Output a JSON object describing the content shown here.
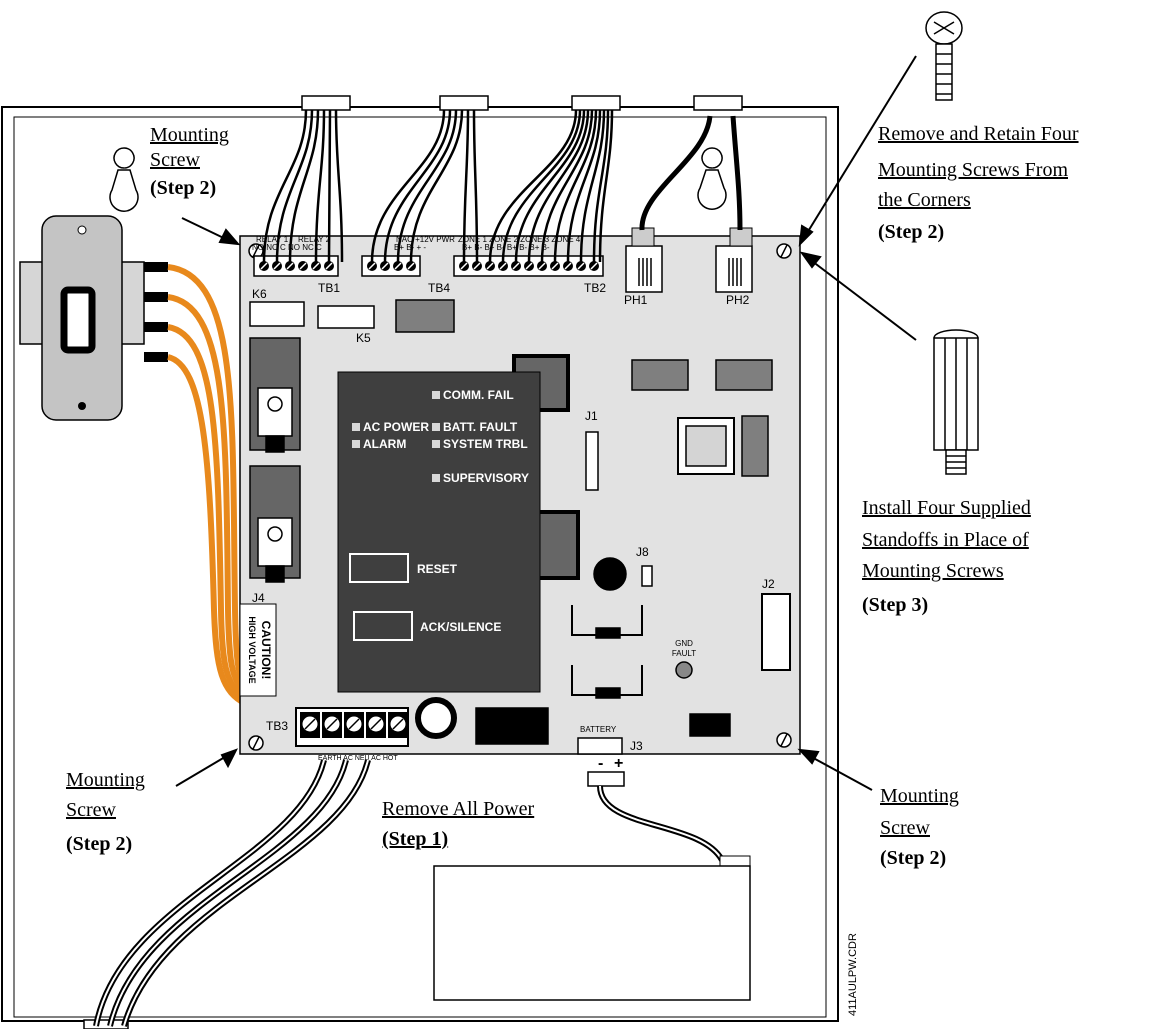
{
  "labels": {
    "mounting": "Mounting",
    "screw": "Screw",
    "step2": "(Step 2)",
    "step1": "(Step 1)",
    "step3": "(Step 3)",
    "remove_retain_1": "Remove and Retain Four",
    "remove_retain_2": "Mounting Screws From",
    "remove_retain_3": "the Corners",
    "install_1": "Install Four Supplied",
    "install_2": "Standoffs in Place of",
    "install_3": "Mounting Screws",
    "remove_power": "Remove All Power",
    "figure_id": "411AULPW.CDR"
  },
  "board": {
    "relay1": "RELAY 1",
    "relay2": "RELAY 2",
    "relay_pins": "NO  NC  C  NO  NC  C",
    "tb1": "TB1",
    "tb2": "TB2",
    "tb3": "TB3",
    "tb4": "TB4",
    "k5": "K5",
    "k6": "K6",
    "ph1": "PH1",
    "ph2": "PH2",
    "j1": "J1",
    "j2": "J2",
    "j3": "J3",
    "j4": "J4",
    "j8": "J8",
    "tb4_header": "NAC +12V PWR",
    "tb4_pins": "B+  B-  +   -",
    "tb2_header": "ZONE 1 ZONE 2 ZONE 3 ZONE 4",
    "tb2_pins": "B+ B- B+ B- B+ B- B+ B-",
    "tb3_pins": "EARTH AC NEU AC HOT",
    "gnd_fault_1": "GND",
    "gnd_fault_2": "FAULT",
    "battery": "BATTERY",
    "minus": "-",
    "plus": "+",
    "caution": "CAUTION!",
    "high_voltage": "HIGH VOLTAGE"
  },
  "panel": {
    "comm_fail": "COMM. FAIL",
    "ac_power": "AC POWER",
    "batt_fault": "BATT. FAULT",
    "alarm": "ALARM",
    "system_trbl": "SYSTEM TRBL",
    "supervisory": "SUPERVISORY",
    "reset": "RESET",
    "ack_silence": "ACK/SILENCE"
  },
  "colors": {
    "wire_orange": "#e8891c",
    "board_fill": "#e2e2e2",
    "panel_fill": "#3f3f3f"
  }
}
